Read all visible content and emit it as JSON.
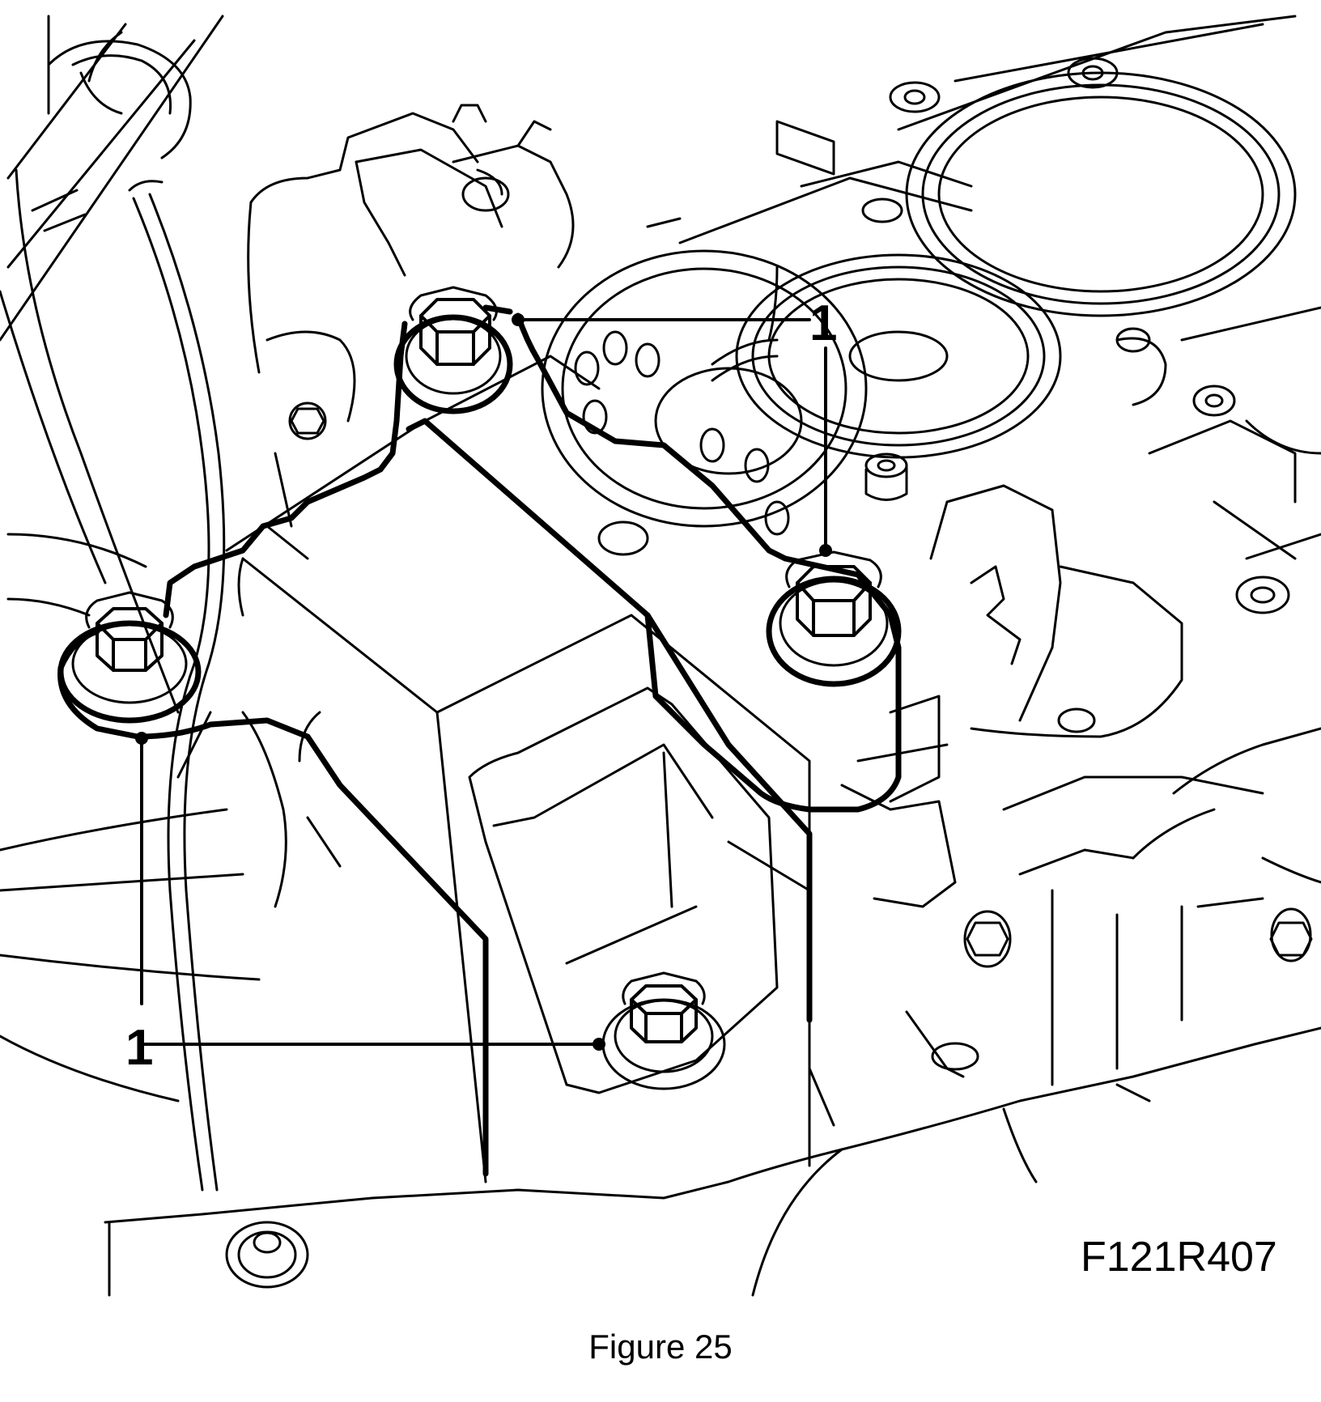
{
  "figure": {
    "caption": "Figure 25",
    "drawing_code": "F121R407",
    "callouts": [
      "1",
      "1"
    ]
  },
  "colors": {
    "line": "#000000",
    "background": "#ffffff"
  }
}
